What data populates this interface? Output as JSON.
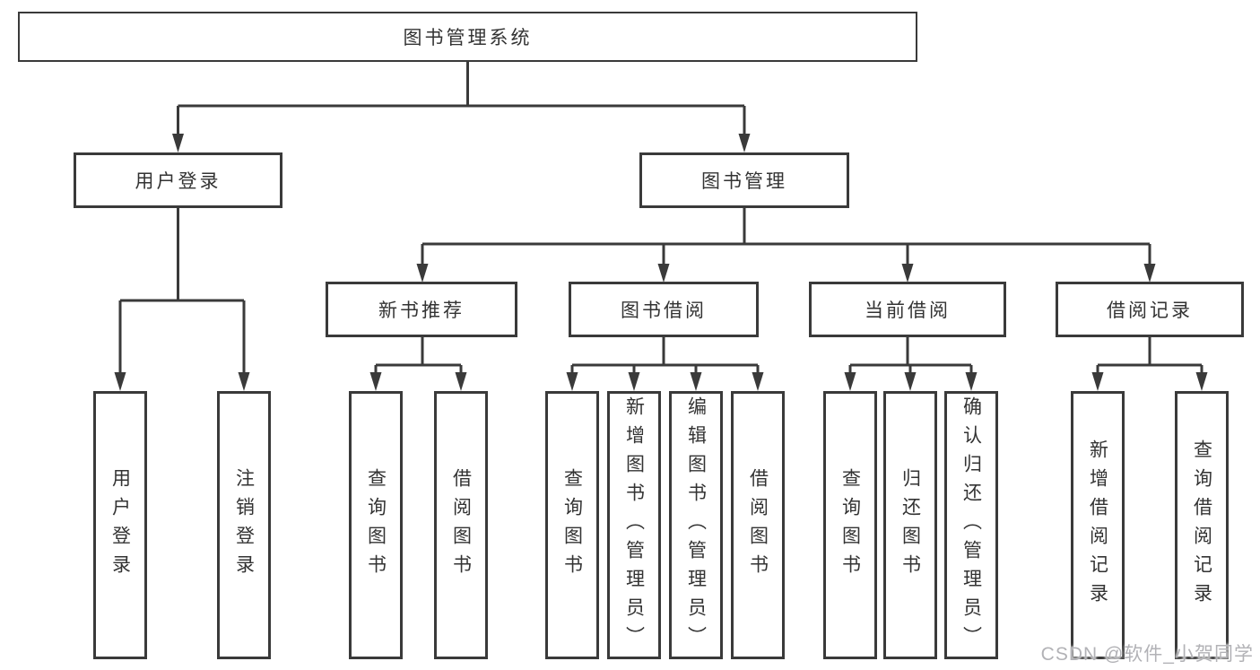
{
  "nodes": {
    "root": "图书管理系统",
    "level2": [
      "用户登录",
      "图书管理"
    ],
    "level3": [
      "新书推荐",
      "图书借阅",
      "当前借阅",
      "借阅记录"
    ],
    "leaves": {
      "user_login": [
        "用户登录",
        "注销登录"
      ],
      "new_books": [
        "查询图书",
        "借阅图书"
      ],
      "book_borrow": [
        "查询图书",
        "新增图书（管理员）",
        "编辑图书（管理员）",
        "借阅图书"
      ],
      "current_borrow": [
        "查询图书",
        "归还图书",
        "确认归还（管理员）"
      ],
      "borrow_records": [
        "新增借阅记录",
        "查询借阅记录"
      ]
    }
  },
  "watermark": "CSDN @软件_小贺同学",
  "colors": {
    "line": "#3a3a3a",
    "text": "#333333",
    "background": "#ffffff",
    "watermark": "#b2b2b6"
  }
}
